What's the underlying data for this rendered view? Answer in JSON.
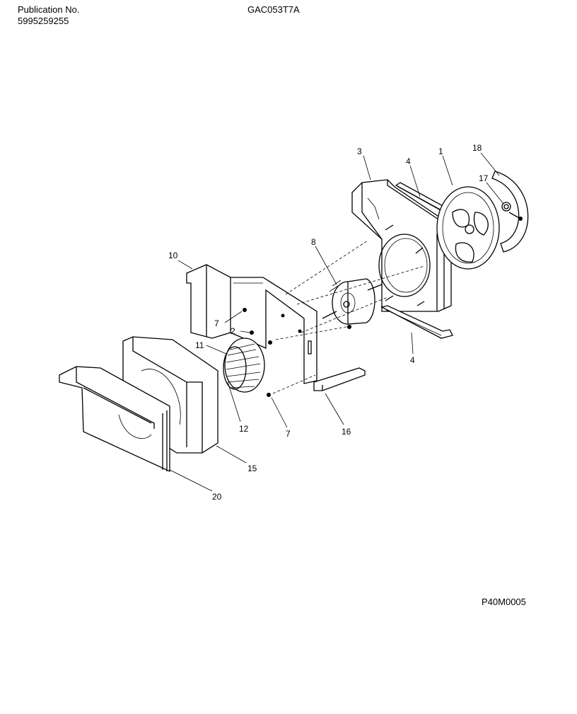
{
  "header": {
    "publication_label": "Publication No.",
    "publication_number": "5995259255",
    "model": "GAC053T7A"
  },
  "footer": {
    "drawing_code": "P40M0005"
  },
  "callouts": [
    {
      "id": "c3",
      "label": "3"
    },
    {
      "id": "c4a",
      "label": "4"
    },
    {
      "id": "c1",
      "label": "1"
    },
    {
      "id": "c18",
      "label": "18"
    },
    {
      "id": "c17",
      "label": "17"
    },
    {
      "id": "c8",
      "label": "8"
    },
    {
      "id": "c10",
      "label": "10"
    },
    {
      "id": "c7a",
      "label": "7"
    },
    {
      "id": "c2",
      "label": "2"
    },
    {
      "id": "c11",
      "label": "11"
    },
    {
      "id": "c4b",
      "label": "4"
    },
    {
      "id": "c12",
      "label": "12"
    },
    {
      "id": "c7b",
      "label": "7"
    },
    {
      "id": "c16",
      "label": "16"
    },
    {
      "id": "c15",
      "label": "15"
    },
    {
      "id": "c20",
      "label": "20"
    }
  ]
}
